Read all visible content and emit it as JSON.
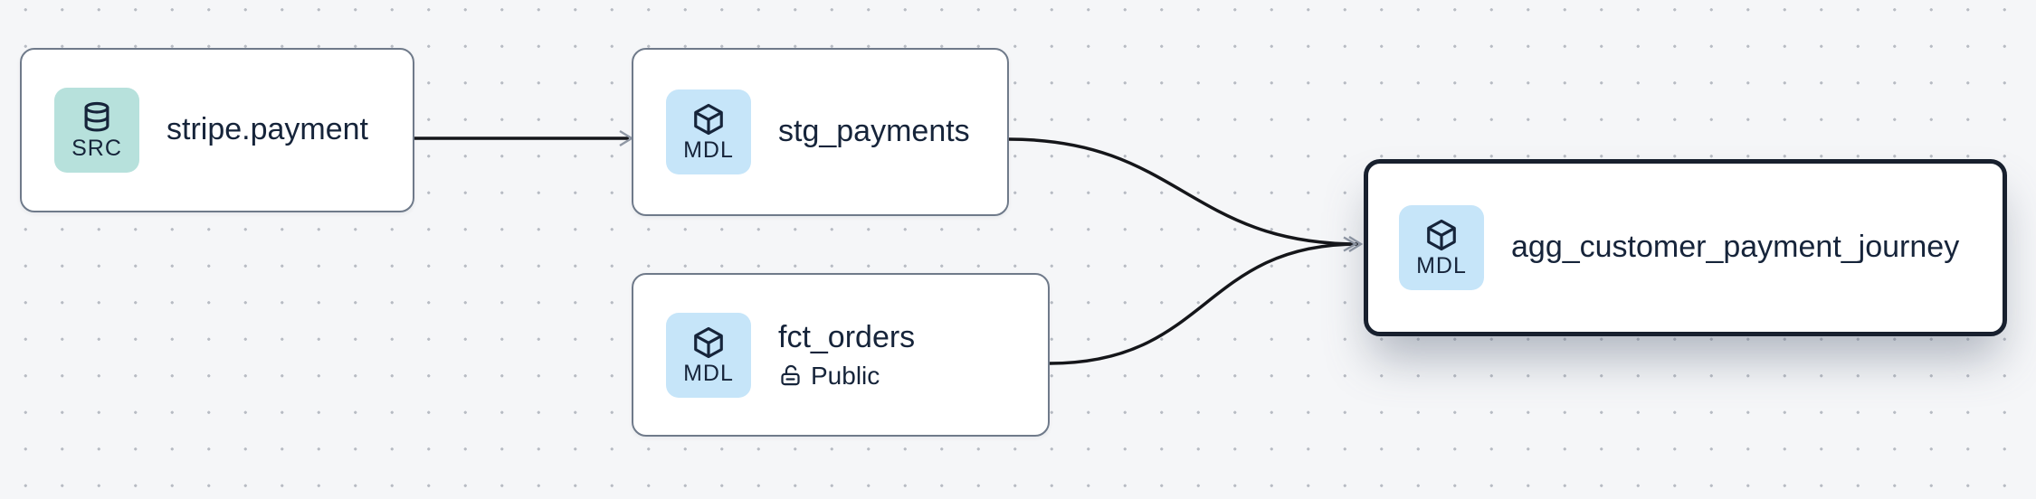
{
  "canvas": {
    "background_color": "#f5f6f8",
    "dot_color": "#b8bcc4"
  },
  "nodes": [
    {
      "label": "stripe.payment",
      "badge_label": "SRC",
      "badge_icon": "database-icon",
      "type": "source",
      "selected": false
    },
    {
      "label": "stg_payments",
      "badge_label": "MDL",
      "badge_icon": "cube-icon",
      "type": "model",
      "selected": false
    },
    {
      "label": "fct_orders",
      "badge_label": "MDL",
      "badge_icon": "cube-icon",
      "type": "model",
      "access_label": "Public",
      "access_icon": "unlock-icon",
      "selected": false
    },
    {
      "label": "agg_customer_payment_journey",
      "badge_label": "MDL",
      "badge_icon": "cube-icon",
      "type": "model",
      "selected": true
    }
  ],
  "edges": [
    {
      "from": "stripe.payment",
      "to": "stg_payments"
    },
    {
      "from": "stg_payments",
      "to": "agg_customer_payment_journey"
    },
    {
      "from": "fct_orders",
      "to": "agg_customer_payment_journey"
    }
  ],
  "colors": {
    "source_badge_bg": "#b7e1dc",
    "model_badge_bg": "#c6e5f9",
    "node_border": "#6f7a8a",
    "selected_node_border": "#18202e",
    "edge": "#15161a",
    "arrowhead": "#8f97a4",
    "text": "#16243a"
  }
}
